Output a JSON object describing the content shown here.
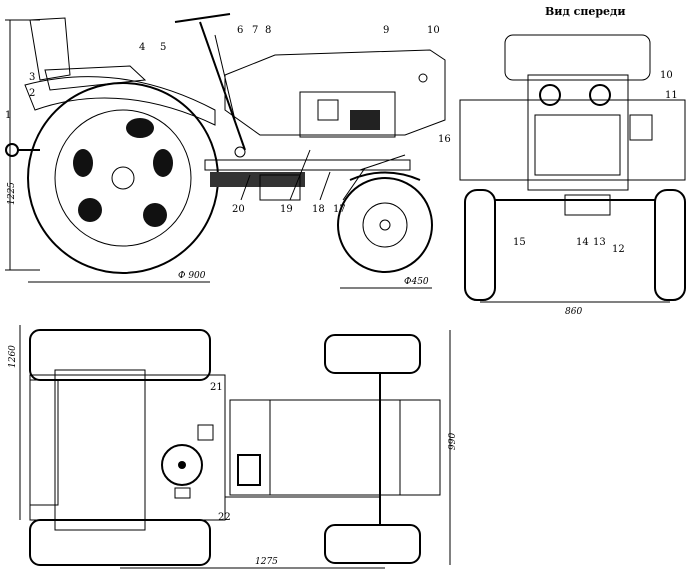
{
  "front_view_title": "Вид спереди",
  "dimensions": {
    "height_side": "1225",
    "rear_wheel_dia": "Ф 900",
    "front_wheel_dia": "Ф450",
    "track_front": "860",
    "width_top": "1260",
    "length_top": "990",
    "wheelbase": "1275"
  },
  "callouts": [
    "1",
    "2",
    "3",
    "4",
    "5",
    "6",
    "7",
    "8",
    "9",
    "10",
    "16",
    "17",
    "18",
    "19",
    "20",
    "10",
    "11",
    "12",
    "13",
    "14",
    "15",
    "21",
    "22"
  ]
}
